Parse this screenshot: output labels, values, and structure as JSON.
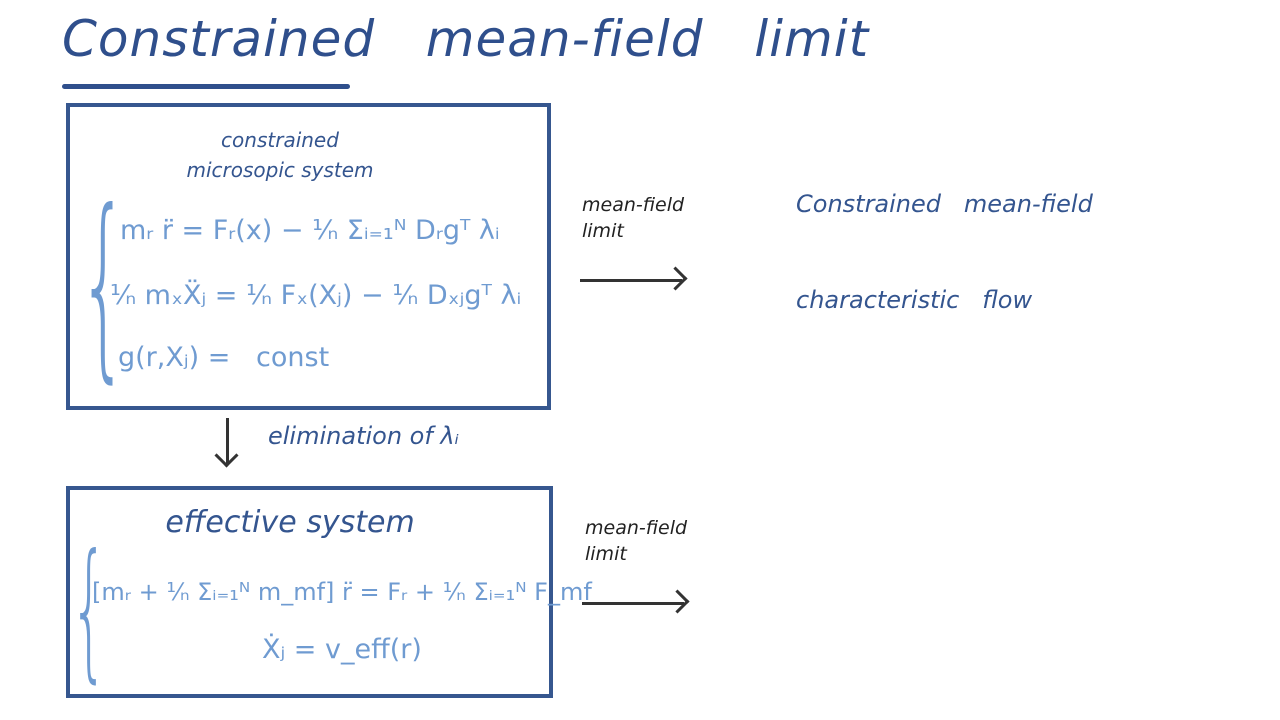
{
  "title": "Constrained   mean-field   limit",
  "box1": {
    "heading": [
      "constrained",
      "microsopic system"
    ],
    "equations": [
      "mᵣ r̈ = Fᵣ(x) − ¹⁄ₙ Σᵢ₌₁ᴺ Dᵣgᵀ λᵢ",
      "¹⁄ₙ mₓẌⱼ = ¹⁄ₙ Fₓ(Xⱼ) − ¹⁄ₙ Dₓⱼgᵀ λᵢ",
      "g(r,Xⱼ) =   const"
    ]
  },
  "arrow1_label": [
    "mean-field",
    "limit"
  ],
  "elimination_label": "elimination  of  λᵢ",
  "box2": {
    "heading": "effective   system",
    "equations": [
      "[mᵣ + ¹⁄ₙ Σᵢ₌₁ᴺ m_mf] r̈ = Fᵣ + ¹⁄ₙ Σᵢ₌₁ᴺ F_mf",
      "Ẋⱼ = v_eff(r)"
    ]
  },
  "arrow2_label": [
    "mean-field",
    "limit"
  ],
  "result": [
    "Constrained   mean-field",
    "characteristic   flow"
  ]
}
